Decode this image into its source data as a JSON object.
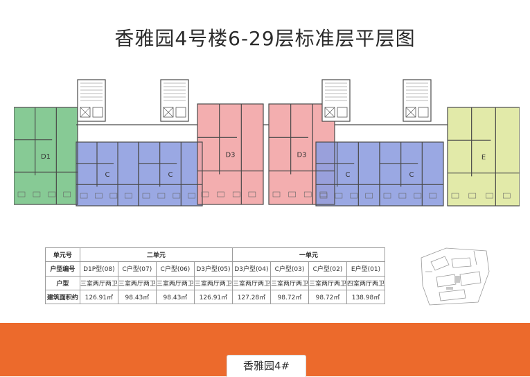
{
  "title": "香雅园4号楼6-29层标准层平层图",
  "colors": {
    "green": "#7ac48a",
    "blue": "#8f9ee0",
    "pink": "#f2a5a6",
    "yellow": "#dfe8a0",
    "accent": "#ec6a2c"
  },
  "plan": {
    "units": [
      {
        "label": "D1",
        "color": "green"
      },
      {
        "label": "C",
        "color": "blue"
      },
      {
        "label": "C",
        "color": "blue"
      },
      {
        "label": "D3",
        "color": "pink"
      },
      {
        "label": "D3",
        "color": "pink"
      },
      {
        "label": "C",
        "color": "blue"
      },
      {
        "label": "C",
        "color": "blue"
      },
      {
        "label": "E",
        "color": "yellow"
      }
    ]
  },
  "table": {
    "row_headers": [
      "单元号",
      "户型编号",
      "户型",
      "建筑面积约"
    ],
    "groups": [
      "二单元",
      "一单元"
    ],
    "codes": [
      "D1P型(08)",
      "C户型(07)",
      "C户型(06)",
      "D3户型(05)",
      "D3户型(04)",
      "C户型(03)",
      "C户型(02)",
      "E户型(01)"
    ],
    "layouts": [
      "三室两厅两卫",
      "三室两厅两卫",
      "三室两厅两卫",
      "三室两厅两卫",
      "三室两厅两卫",
      "三室两厅两卫",
      "三室两厅两卫",
      "四室两厅两卫"
    ],
    "areas": [
      "126.91㎡",
      "98.43㎡",
      "98.43㎡",
      "126.91㎡",
      "127.28㎡",
      "98.72㎡",
      "98.72㎡",
      "138.98㎡"
    ]
  },
  "footer": {
    "badge": "香雅园4#"
  }
}
